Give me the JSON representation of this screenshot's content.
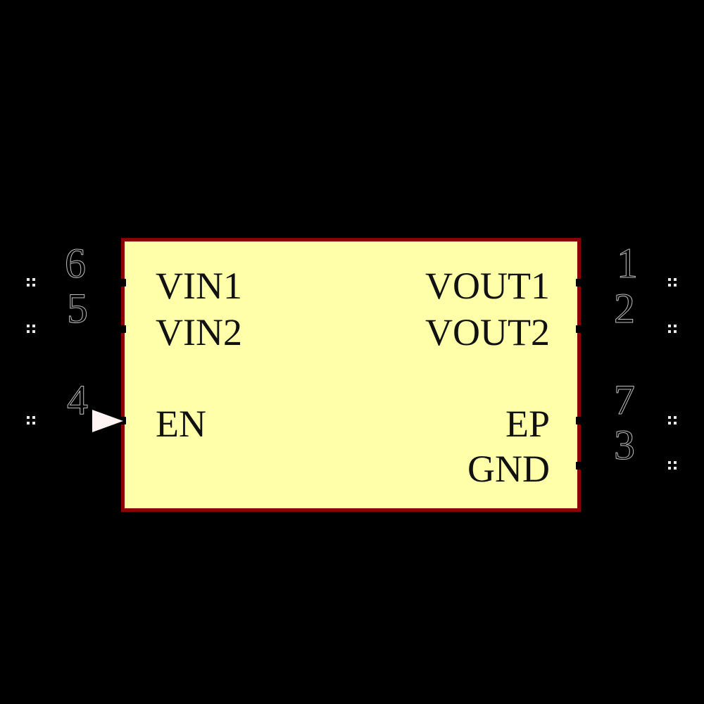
{
  "symbol": {
    "body": {
      "fill_color": "#FFFFAA",
      "border_color": "#8B0000",
      "background_color": "#000000"
    },
    "pin_number_color": "#BFBFBF",
    "marker_color": "#E8E8E8",
    "triangle_color": "#FFF4F4",
    "pins": [
      {
        "number": "6",
        "label": "VIN1",
        "side": "left",
        "marker": "dot-cluster",
        "triangle": false
      },
      {
        "number": "5",
        "label": "VIN2",
        "side": "left",
        "marker": "dot-cluster",
        "triangle": false
      },
      {
        "number": "4",
        "label": "EN",
        "side": "left",
        "marker": "dot-cluster",
        "triangle": true
      },
      {
        "number": "1",
        "label": "VOUT1",
        "side": "right",
        "marker": "dot-cluster",
        "triangle": false
      },
      {
        "number": "2",
        "label": "VOUT2",
        "side": "right",
        "marker": "dot-cluster",
        "triangle": false
      },
      {
        "number": "7",
        "label": "EP",
        "side": "right",
        "marker": "dot-cluster",
        "triangle": false
      },
      {
        "number": "3",
        "label": "GND",
        "side": "right",
        "marker": "dot-cluster",
        "triangle": false
      }
    ]
  }
}
